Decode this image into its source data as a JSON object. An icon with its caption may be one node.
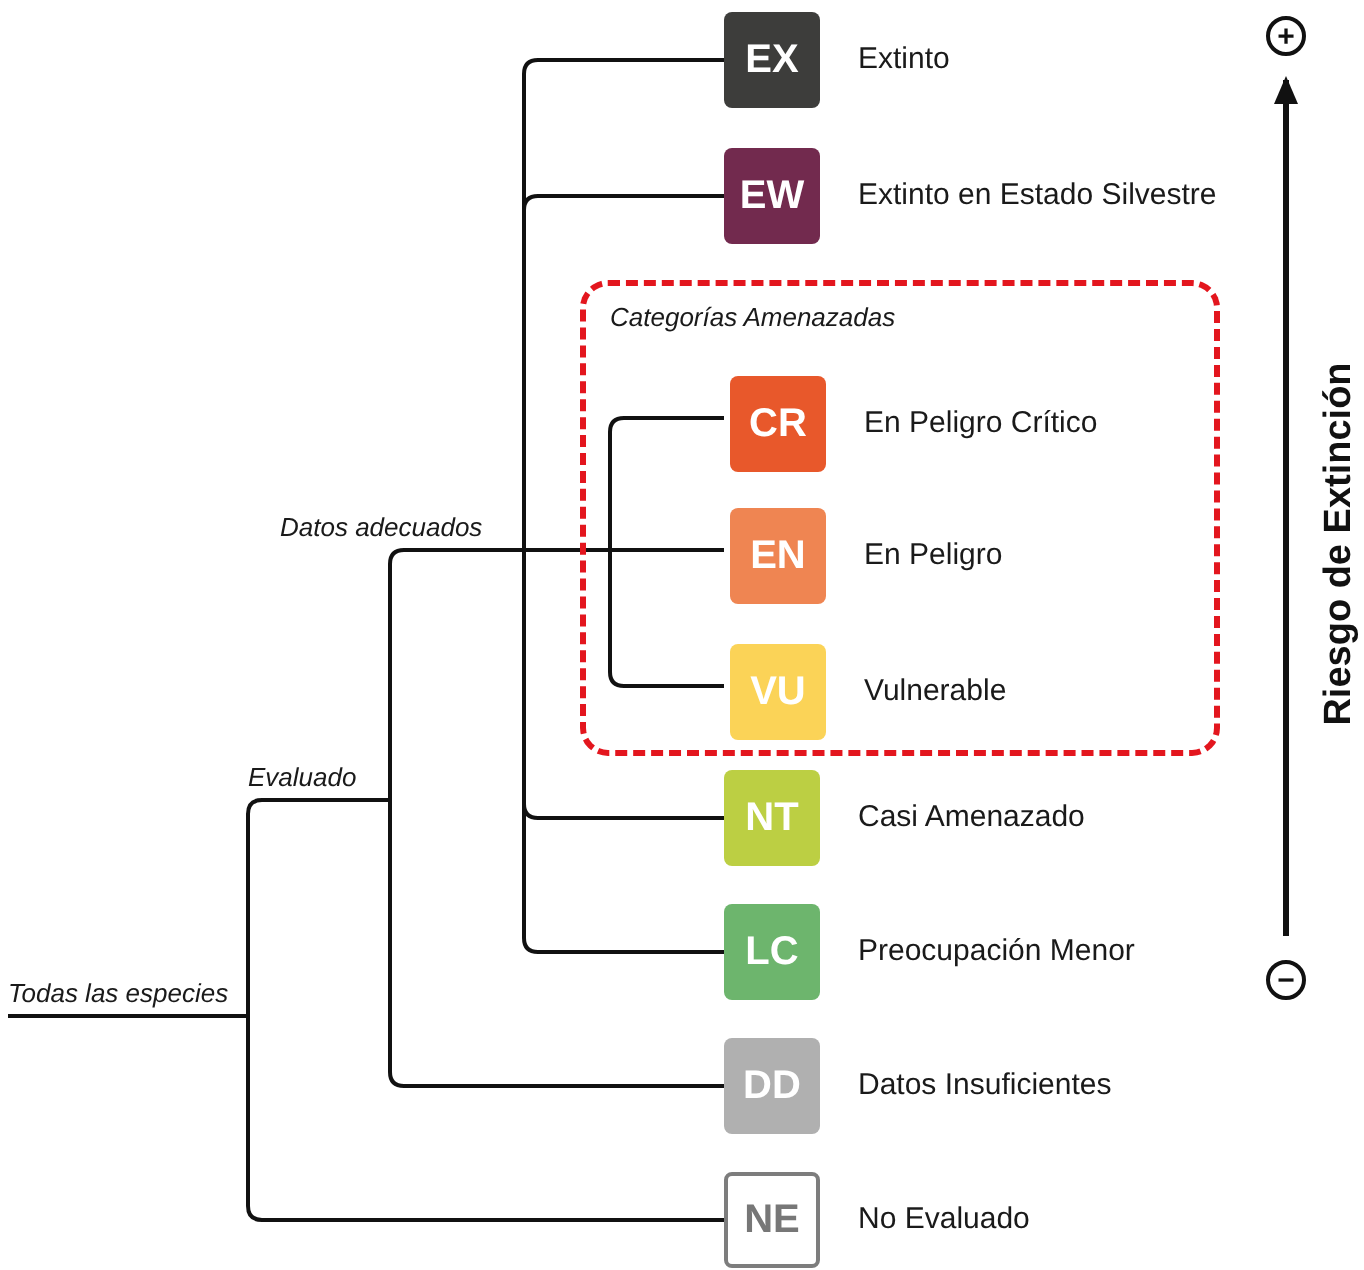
{
  "diagram": {
    "nodes": [
      {
        "text": [
          "EX"
        ],
        "beside": [
          "Extinto"
        ]
      },
      {
        "text": [
          "EW"
        ],
        "beside": [
          "Extinto en Estado Silvestre"
        ]
      },
      {
        "text": [
          "Categorías Amenazadas"
        ]
      },
      {
        "text": [
          "CR"
        ],
        "beside": [
          "En Peligro Crítico"
        ],
        "in": 2
      },
      {
        "text": [
          "EN"
        ],
        "beside": [
          "En Peligro"
        ],
        "in": 2
      },
      {
        "text": [
          "VU"
        ],
        "beside": [
          "Vulnerable"
        ],
        "in": 2
      },
      {
        "text": [
          "Datos adecuados"
        ]
      },
      {
        "text": [
          "Evaluado"
        ]
      },
      {
        "text": [
          "NT"
        ],
        "beside": [
          "Casi Amenazado"
        ]
      },
      {
        "text": [
          "LC"
        ],
        "beside": [
          "Preocupación Menor"
        ]
      },
      {
        "text": [
          "Todas las especies"
        ]
      },
      {
        "text": [
          "DD"
        ],
        "beside": [
          "Datos Insuficientes"
        ]
      },
      {
        "text": [
          "NE"
        ],
        "beside": [
          "No Evaluado"
        ]
      }
    ],
    "edges": [
      {
        "from": 10,
        "to": 7,
        "arrow": "none"
      },
      {
        "from": 10,
        "to": 12,
        "arrow": "none"
      },
      {
        "from": 7,
        "to": 6,
        "arrow": "none"
      },
      {
        "from": 7,
        "to": 11,
        "arrow": "none"
      },
      {
        "from": 6,
        "to": 0,
        "arrow": "none"
      },
      {
        "from": 6,
        "to": 1,
        "arrow": "none"
      },
      {
        "from": 6,
        "to": 3,
        "arrow": "none"
      },
      {
        "from": 6,
        "to": 4,
        "arrow": "none"
      },
      {
        "from": 6,
        "to": 5,
        "arrow": "none"
      },
      {
        "from": 6,
        "to": 8,
        "arrow": "none"
      },
      {
        "from": 6,
        "to": 9,
        "arrow": "none"
      }
    ],
    "labels": [
      "+",
      "Riesgo de Extinción",
      "−"
    ]
  }
}
